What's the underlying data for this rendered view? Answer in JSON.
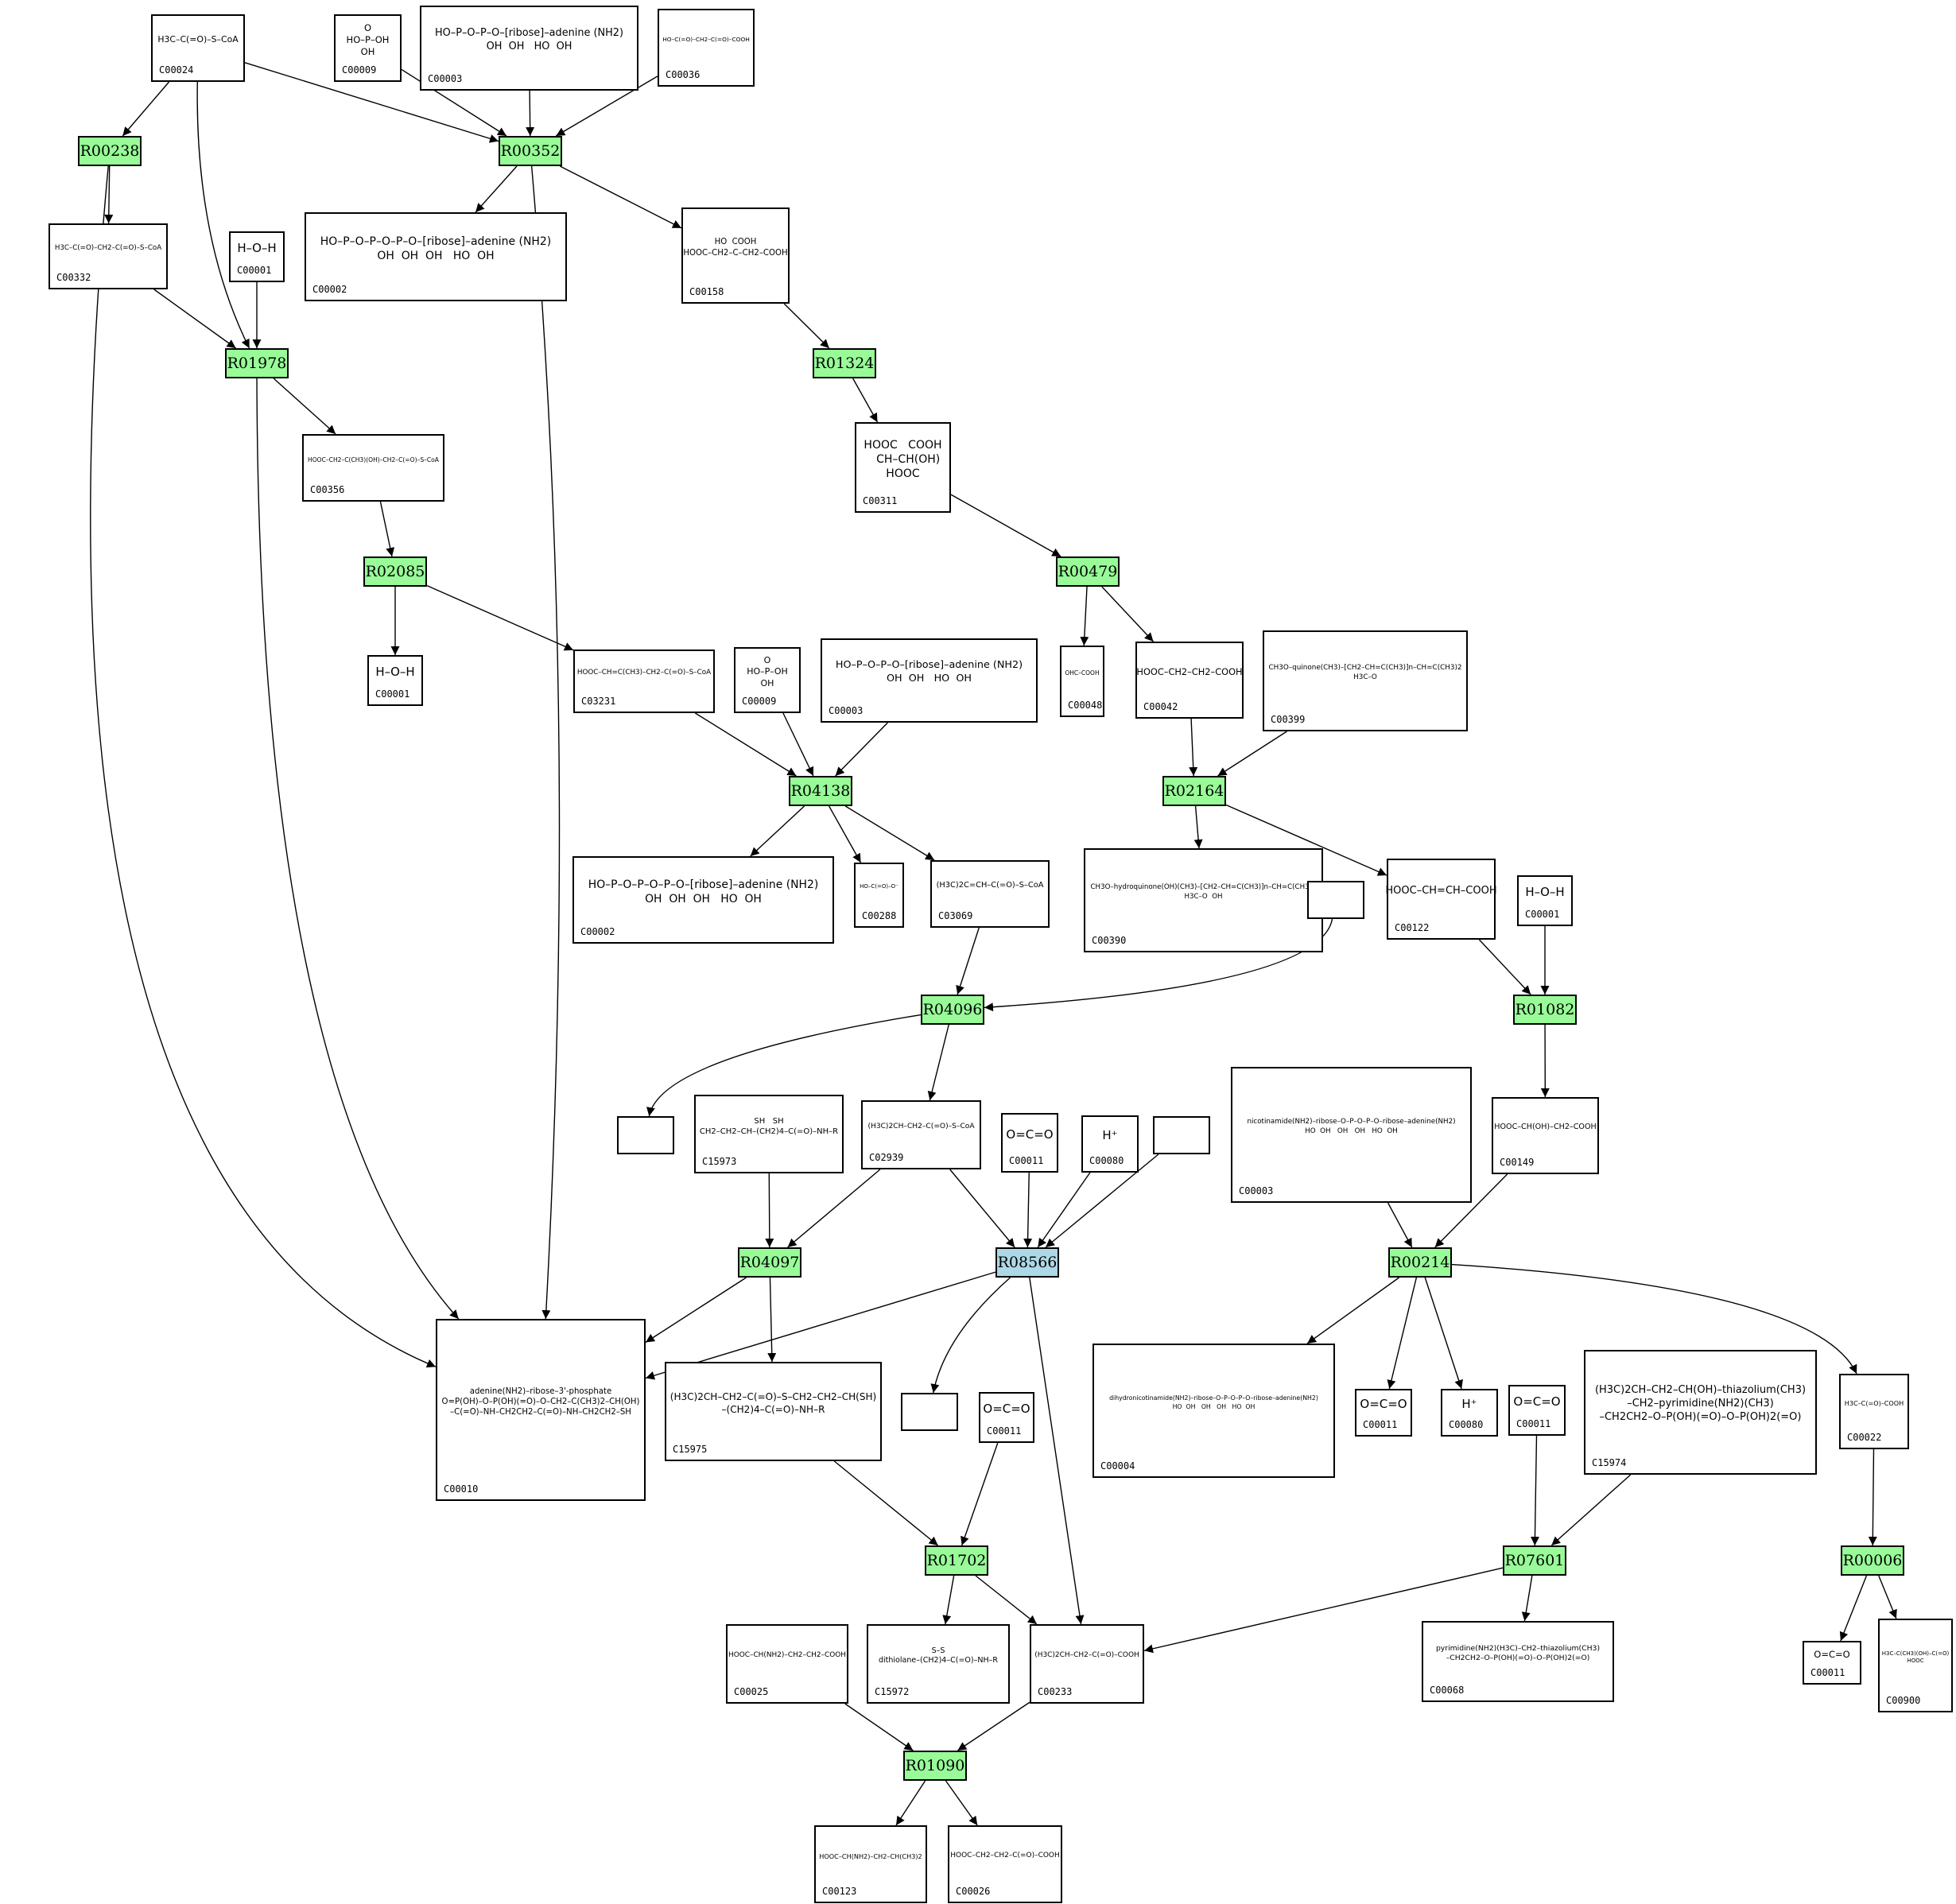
{
  "colors": {
    "reaction": "#98fb98",
    "reaction_highlight": "#add8e6",
    "edge": "#000000",
    "compound_border": "#000000"
  },
  "reactions": [
    {
      "id": "r1",
      "label": "R00238",
      "color": "green"
    },
    {
      "id": "r2",
      "label": "R00352",
      "color": "green"
    },
    {
      "id": "r3",
      "label": "R01978",
      "color": "green"
    },
    {
      "id": "r4",
      "label": "R01324",
      "color": "green"
    },
    {
      "id": "r5",
      "label": "R02085",
      "color": "green"
    },
    {
      "id": "r6",
      "label": "R00479",
      "color": "green"
    },
    {
      "id": "r7",
      "label": "R04138",
      "color": "green"
    },
    {
      "id": "r8",
      "label": "R02164",
      "color": "green"
    },
    {
      "id": "r9",
      "label": "R04096",
      "color": "green"
    },
    {
      "id": "r10",
      "label": "R01082",
      "color": "green"
    },
    {
      "id": "r11",
      "label": "R04097",
      "color": "green"
    },
    {
      "id": "r12",
      "label": "R08566",
      "color": "blue"
    },
    {
      "id": "r13",
      "label": "R00214",
      "color": "green"
    },
    {
      "id": "r14",
      "label": "R01702",
      "color": "green"
    },
    {
      "id": "r15",
      "label": "R07601",
      "color": "green"
    },
    {
      "id": "r16",
      "label": "R00006",
      "color": "green"
    },
    {
      "id": "r17",
      "label": "R01090",
      "color": "green"
    }
  ],
  "compounds": [
    {
      "id": "c1",
      "label": "C00024",
      "structure": "H3C–C(=O)–S–CoA"
    },
    {
      "id": "c2",
      "label": "C00009",
      "structure": "O\nHO–P–OH\nOH"
    },
    {
      "id": "c3",
      "label": "C00003",
      "structure": "HO–P–O–P–O–[ribose]–adenine (NH2)\nOH  OH   HO  OH"
    },
    {
      "id": "c4",
      "label": "C00036",
      "structure": "HO–C(=O)–CH2–C(=O)–COOH"
    },
    {
      "id": "c5",
      "label": "C00332",
      "structure": "H3C–C(=O)–CH2–C(=O)–S–CoA"
    },
    {
      "id": "c6",
      "label": "C00001",
      "structure": "H–O–H"
    },
    {
      "id": "c7",
      "label": "C00002",
      "structure": "HO–P–O–P–O–P–O–[ribose]–adenine (NH2)\nOH  OH  OH   HO  OH"
    },
    {
      "id": "c8",
      "label": "C00158",
      "structure": "HO  COOH\nHOOC–CH2–C–CH2–COOH"
    },
    {
      "id": "c9",
      "label": "C00356",
      "structure": "HOOC–CH2–C(CH3)(OH)–CH2–C(=O)–S–CoA"
    },
    {
      "id": "c10",
      "label": "C00311",
      "structure": "HOOC   COOH\n   CH–CH(OH)\nHOOC"
    },
    {
      "id": "c11",
      "label": "C00001",
      "structure": "H–O–H"
    },
    {
      "id": "c12",
      "label": "C03231",
      "structure": "HOOC–CH=C(CH3)–CH2–C(=O)–S–CoA"
    },
    {
      "id": "c13",
      "label": "C00009",
      "structure": "O\nHO–P–OH\nOH"
    },
    {
      "id": "c14",
      "label": "C00003",
      "structure": "HO–P–O–P–O–[ribose]–adenine (NH2)\nOH  OH   HO  OH"
    },
    {
      "id": "c15",
      "label": "C00048",
      "structure": "OHC–COOH"
    },
    {
      "id": "c16",
      "label": "C00042",
      "structure": "HOOC–CH2–CH2–COOH"
    },
    {
      "id": "c17",
      "label": "C00399",
      "structure": "CH3O–quinone(CH3)–[CH2–CH=C(CH3)]n–CH=C(CH3)2\nH3C–O"
    },
    {
      "id": "c18",
      "label": "C00002",
      "structure": "HO–P–O–P–O–P–O–[ribose]–adenine (NH2)\nOH  OH  OH   HO  OH"
    },
    {
      "id": "c19",
      "label": "C00288",
      "structure": "HO–C(=O)–O⁻"
    },
    {
      "id": "c20",
      "label": "C03069",
      "structure": "(H3C)2C=CH–C(=O)–S–CoA"
    },
    {
      "id": "c21",
      "label": "C00390",
      "structure": "CH3O–hydroquinone(OH)(CH3)–[CH2–CH=C(CH3)]n–CH=C(CH3)2\nH3C–O  OH"
    },
    {
      "id": "c22",
      "label": "C00122",
      "structure": "HOOC–CH=CH–COOH"
    },
    {
      "id": "c23",
      "label": "C00001",
      "structure": "H–O–H"
    },
    {
      "id": "c24",
      "label": "C15973",
      "structure": "SH   SH\nCH2–CH2–CH–(CH2)4–C(=O)–NH–R"
    },
    {
      "id": "c25",
      "label": "C02939",
      "structure": "(H3C)2CH–CH2–C(=O)–S–CoA"
    },
    {
      "id": "c26",
      "label": "C00011",
      "structure": "O=C=O"
    },
    {
      "id": "c27",
      "label": "C00080",
      "structure": "H⁺"
    },
    {
      "id": "c28",
      "label": "C00003",
      "structure": "nicotinamide(NH2)–ribose–O–P–O–P–O–ribose–adenine(NH2)\nHO  OH   OH   OH   HO  OH"
    },
    {
      "id": "c29",
      "label": "C00149",
      "structure": "HOOC–CH(OH)–CH2–COOH"
    },
    {
      "id": "c30",
      "label": "C00010",
      "structure": "adenine(NH2)–ribose–3'-phosphate\nO=P(OH)–O–P(OH)(=O)–O–CH2–C(CH3)2–CH(OH)\n–C(=O)–NH–CH2CH2–C(=O)–NH–CH2CH2–SH"
    },
    {
      "id": "c31",
      "label": "C15975",
      "structure": "(H3C)2CH–CH2–C(=O)–S–CH2–CH2–CH(SH)\n–(CH2)4–C(=O)–NH–R"
    },
    {
      "id": "c32",
      "label": "C00011",
      "structure": "O=C=O"
    },
    {
      "id": "c33",
      "label": "C00004",
      "structure": "dihydronicotinamide(NH2)–ribose–O–P–O–P–O–ribose–adenine(NH2)\nHO  OH   OH   OH   HO  OH"
    },
    {
      "id": "c34",
      "label": "C00011",
      "structure": "O=C=O"
    },
    {
      "id": "c35",
      "label": "C00080",
      "structure": "H⁺"
    },
    {
      "id": "c36",
      "label": "C00011",
      "structure": "O=C=O"
    },
    {
      "id": "c37",
      "label": "C15974",
      "structure": "(H3C)2CH–CH2–CH(OH)–thiazolium(CH3)\n–CH2–pyrimidine(NH2)(CH3)\n–CH2CH2–O–P(OH)(=O)–O–P(OH)2(=O)"
    },
    {
      "id": "c38",
      "label": "C00022",
      "structure": "H3C–C(=O)–COOH"
    },
    {
      "id": "c39",
      "label": "C00025",
      "structure": "HOOC–CH(NH2)–CH2–CH2–COOH"
    },
    {
      "id": "c40",
      "label": "C15972",
      "structure": "S–S\ndithiolane–(CH2)4–C(=O)–NH–R"
    },
    {
      "id": "c41",
      "label": "C00233",
      "structure": "(H3C)2CH–CH2–C(=O)–COOH"
    },
    {
      "id": "c42",
      "label": "C00068",
      "structure": "pyrimidine(NH2)(H3C)–CH2–thiazolium(CH3)\n–CH2CH2–O–P(OH)(=O)–O–P(OH)2(=O)"
    },
    {
      "id": "c43",
      "label": "C00011",
      "structure": "O=C=O"
    },
    {
      "id": "c44",
      "label": "C00900",
      "structure": "H3C–C(CH3)(OH)–C(=O)\nHOOC"
    },
    {
      "id": "c45",
      "label": "C00123",
      "structure": "HOOC–CH(NH2)–CH2–CH(CH3)2"
    },
    {
      "id": "c46",
      "label": "C00026",
      "structure": "HOOC–CH2–CH2–C(=O)–COOH"
    }
  ],
  "unlabeled": [
    {
      "id": "u1"
    },
    {
      "id": "u2"
    },
    {
      "id": "u3"
    },
    {
      "id": "u4"
    }
  ],
  "edges": [
    [
      "c1",
      "r1"
    ],
    [
      "c1",
      "r2"
    ],
    [
      "c1",
      "r3"
    ],
    [
      "c2",
      "r2"
    ],
    [
      "c3",
      "r2"
    ],
    [
      "c4",
      "r2"
    ],
    [
      "r1",
      "c5"
    ],
    [
      "r1",
      "c30"
    ],
    [
      "r2",
      "c7"
    ],
    [
      "r2",
      "c8"
    ],
    [
      "r2",
      "c30"
    ],
    [
      "c5",
      "r3"
    ],
    [
      "c6",
      "r3"
    ],
    [
      "r3",
      "c9"
    ],
    [
      "r3",
      "c30"
    ],
    [
      "c8",
      "r4"
    ],
    [
      "r4",
      "c10"
    ],
    [
      "c9",
      "r5"
    ],
    [
      "r5",
      "c11"
    ],
    [
      "r5",
      "c12"
    ],
    [
      "c10",
      "r6"
    ],
    [
      "r6",
      "c15"
    ],
    [
      "r6",
      "c16"
    ],
    [
      "c12",
      "r7"
    ],
    [
      "c13",
      "r7"
    ],
    [
      "c14",
      "r7"
    ],
    [
      "r7",
      "c18"
    ],
    [
      "r7",
      "c19"
    ],
    [
      "r7",
      "c20"
    ],
    [
      "c16",
      "r8"
    ],
    [
      "c17",
      "r8"
    ],
    [
      "r8",
      "c21"
    ],
    [
      "r8",
      "c22"
    ],
    [
      "c20",
      "r9"
    ],
    [
      "u1",
      "r9"
    ],
    [
      "r9",
      "u2"
    ],
    [
      "r9",
      "c25"
    ],
    [
      "c22",
      "r10"
    ],
    [
      "c23",
      "r10"
    ],
    [
      "r10",
      "c29"
    ],
    [
      "c24",
      "r11"
    ],
    [
      "c25",
      "r11"
    ],
    [
      "r11",
      "c30"
    ],
    [
      "r11",
      "c31"
    ],
    [
      "c25",
      "r12"
    ],
    [
      "c26",
      "r12"
    ],
    [
      "c27",
      "r12"
    ],
    [
      "u3",
      "r12"
    ],
    [
      "r12",
      "c30"
    ],
    [
      "r12",
      "u4"
    ],
    [
      "r12",
      "c41"
    ],
    [
      "c28",
      "r13"
    ],
    [
      "c29",
      "r13"
    ],
    [
      "r13",
      "c33"
    ],
    [
      "r13",
      "c34"
    ],
    [
      "r13",
      "c35"
    ],
    [
      "r13",
      "c38"
    ],
    [
      "c31",
      "r14"
    ],
    [
      "c32",
      "r14"
    ],
    [
      "r14",
      "c40"
    ],
    [
      "r14",
      "c41"
    ],
    [
      "c36",
      "r15"
    ],
    [
      "c37",
      "r15"
    ],
    [
      "r15",
      "c41"
    ],
    [
      "r15",
      "c42"
    ],
    [
      "c38",
      "r16"
    ],
    [
      "r16",
      "c43"
    ],
    [
      "r16",
      "c44"
    ],
    [
      "c39",
      "r17"
    ],
    [
      "c41",
      "r17"
    ],
    [
      "r17",
      "c45"
    ],
    [
      "r17",
      "c46"
    ]
  ]
}
